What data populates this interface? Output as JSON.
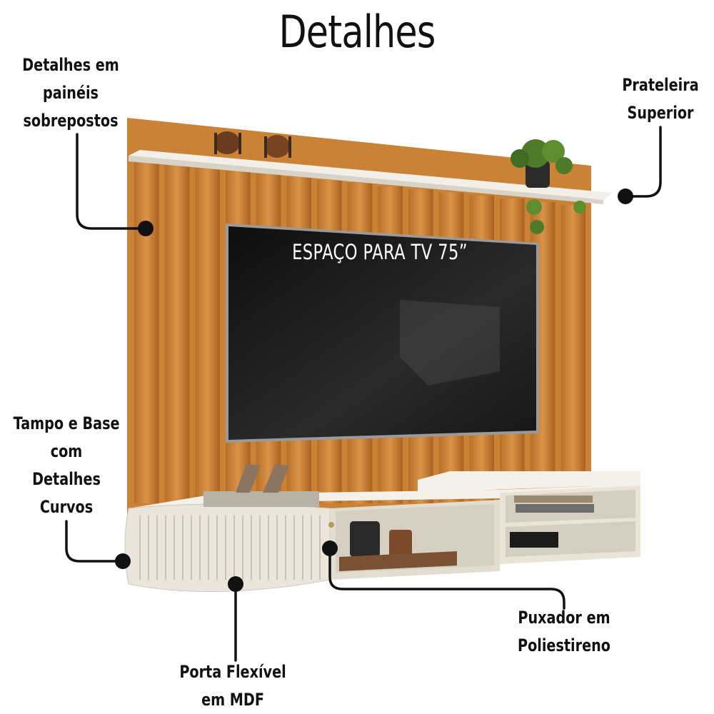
{
  "page": {
    "title": "Detalhes",
    "tv_space_text": "ESPAÇO PARA TV 75”"
  },
  "callouts": [
    {
      "id": "paineis",
      "lines": [
        "Detalhes em",
        "painéis",
        "sobrepostos"
      ]
    },
    {
      "id": "prateleira",
      "lines": [
        "Prateleira",
        "Superior"
      ]
    },
    {
      "id": "tampo",
      "lines": [
        "Tampo e Base",
        "com",
        "Detalhes",
        "Curvos"
      ]
    },
    {
      "id": "puxador",
      "lines": [
        "Puxador em",
        "Poliestireno"
      ]
    },
    {
      "id": "porta",
      "lines": [
        "Porta Flexível",
        "em MDF"
      ]
    }
  ],
  "colors": {
    "wood": "#c98236",
    "wood_dark": "#8a4f1a",
    "offwhite": "#eeeae0",
    "tv": "#151515",
    "callout": "#111111"
  },
  "icons": [
    "callout-dot-icon",
    "plant-icon",
    "vase-icon",
    "tv-screen-icon"
  ]
}
